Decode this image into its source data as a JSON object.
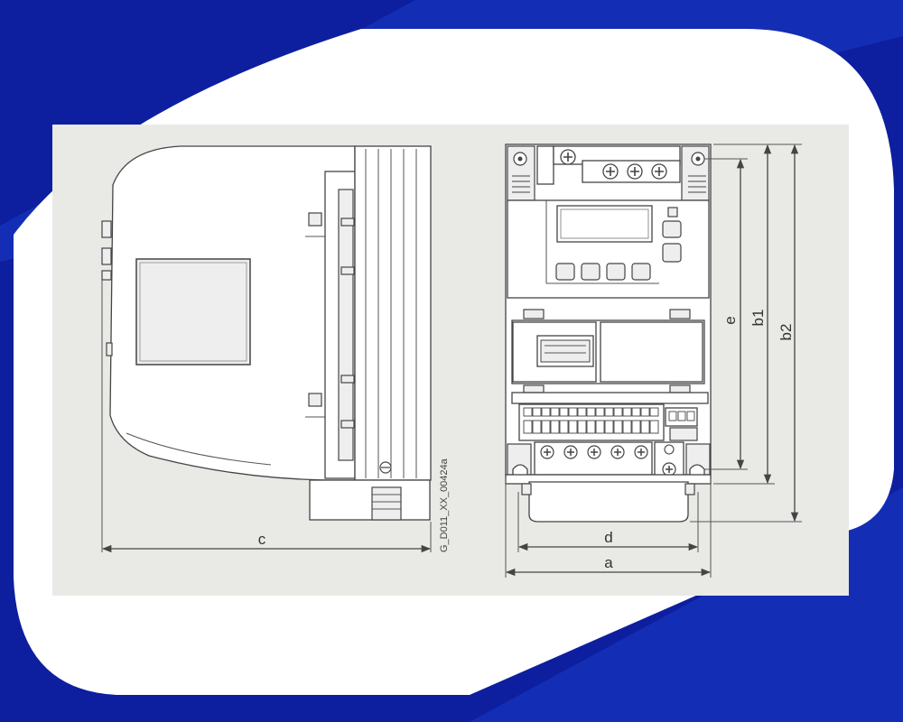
{
  "drawing": {
    "code": "G_D011_XX_00424a",
    "dimensions": {
      "a": "a",
      "b1": "b1",
      "b2": "b2",
      "c": "c",
      "d": "d",
      "e": "e"
    }
  },
  "colors": {
    "frame_blue": "#0d1f9e",
    "frame_blue_light": "#1a3ac9",
    "card_white": "#ffffff",
    "panel_gray": "#e9e9e6",
    "line": "#444444"
  }
}
